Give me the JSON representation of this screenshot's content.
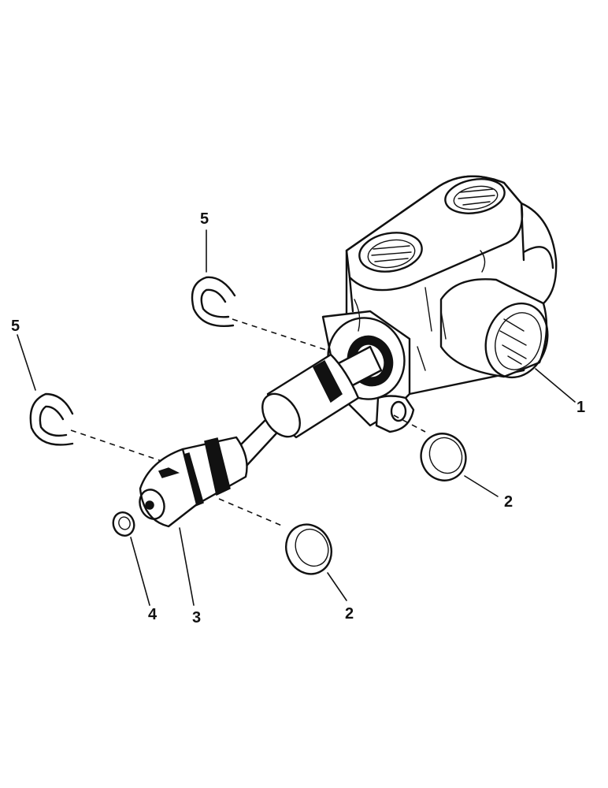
{
  "callouts": [
    {
      "id": "callout-1",
      "text": "1"
    },
    {
      "id": "callout-2a",
      "text": "2"
    },
    {
      "id": "callout-2b",
      "text": "2"
    },
    {
      "id": "callout-3",
      "text": "3"
    },
    {
      "id": "callout-4",
      "text": "4"
    },
    {
      "id": "callout-5a",
      "text": "5"
    },
    {
      "id": "callout-5b",
      "text": "5"
    }
  ]
}
